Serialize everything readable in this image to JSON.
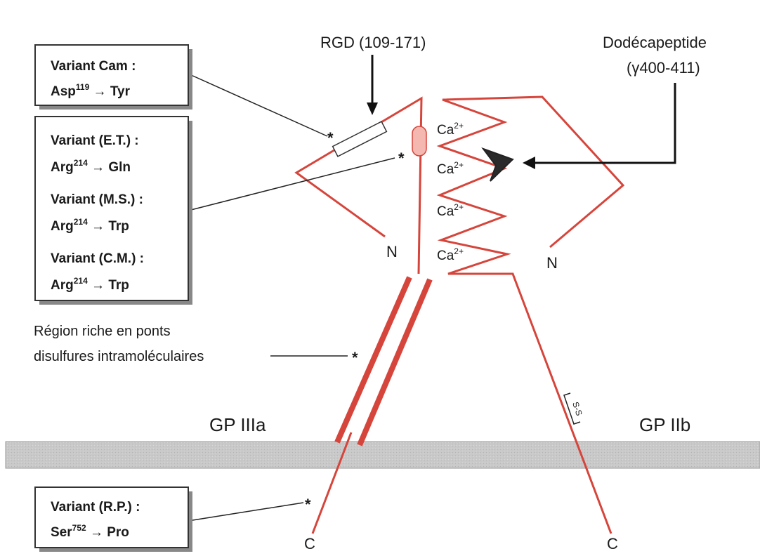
{
  "labels": {
    "rgd": "RGD (109-171)",
    "dodeca_1": "Dodécapeptide",
    "dodeca_2": "(γ400-411)",
    "region_1": "Région riche en ponts",
    "region_2": "disulfures intramoléculaires",
    "gp3a": "GP IIIa",
    "gp2b": "GP IIb",
    "n_left": "N",
    "n_right": "N",
    "c_left": "C",
    "c_right": "C",
    "ss": "S-S",
    "star": "*"
  },
  "calcium": [
    "Ca",
    "Ca",
    "Ca",
    "Ca"
  ],
  "calcium_charge": "2+",
  "boxes": {
    "cam": {
      "title": "Variant Cam :",
      "res": "Asp",
      "num": "119",
      "mut": " → Tyr"
    },
    "variants": [
      {
        "title": "Variant (E.T.) :",
        "res": "Arg",
        "num": "214",
        "mut": " → Gln"
      },
      {
        "title": "Variant (M.S.) :",
        "res": "Arg",
        "num": "214",
        "mut": " → Trp"
      },
      {
        "title": "Variant (C.M.) :",
        "res": "Arg",
        "num": "214",
        "mut": " → Trp"
      }
    ],
    "rp": {
      "title": "Variant (R.P.) :",
      "res": "Ser",
      "num": "752",
      "mut": " → Pro"
    }
  },
  "colors": {
    "chain": "#d6453b",
    "membrane": "#c8c8c8"
  }
}
